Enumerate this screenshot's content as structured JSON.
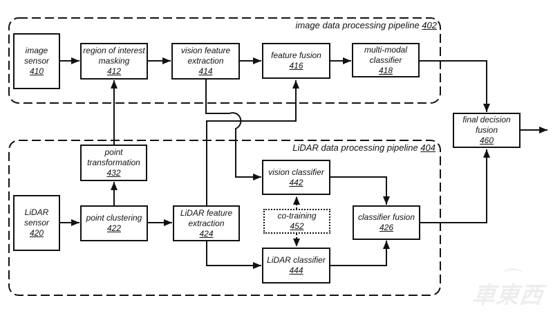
{
  "diagram": {
    "pipelines": [
      {
        "label": "image data processing pipeline ",
        "ref": "402"
      },
      {
        "label": "LiDAR data processing pipeline ",
        "ref": "404"
      }
    ],
    "boxes": [
      {
        "label": "image sensor",
        "ref": "410"
      },
      {
        "label": "region of interest masking",
        "ref": "412"
      },
      {
        "label": "vision feature extraction",
        "ref": "414"
      },
      {
        "label": "feature fusion",
        "ref": "416"
      },
      {
        "label": "multi-modal classifier",
        "ref": "418"
      },
      {
        "label": "final decision fusion",
        "ref": "460"
      },
      {
        "label": "LiDAR sensor",
        "ref": "420"
      },
      {
        "label": "point clustering",
        "ref": "422"
      },
      {
        "label": "point transformation",
        "ref": "432"
      },
      {
        "label": "LiDAR feature extraction",
        "ref": "424"
      },
      {
        "label": "vision classifier",
        "ref": "442"
      },
      {
        "label": "co-training",
        "ref": "452"
      },
      {
        "label": "LiDAR classifier",
        "ref": "444"
      },
      {
        "label": "classifier fusion",
        "ref": "426"
      }
    ],
    "watermark": {
      "text": "車東西",
      "color": "#ededed"
    },
    "colors": {
      "line": "#111111",
      "background": "#ffffff"
    }
  }
}
